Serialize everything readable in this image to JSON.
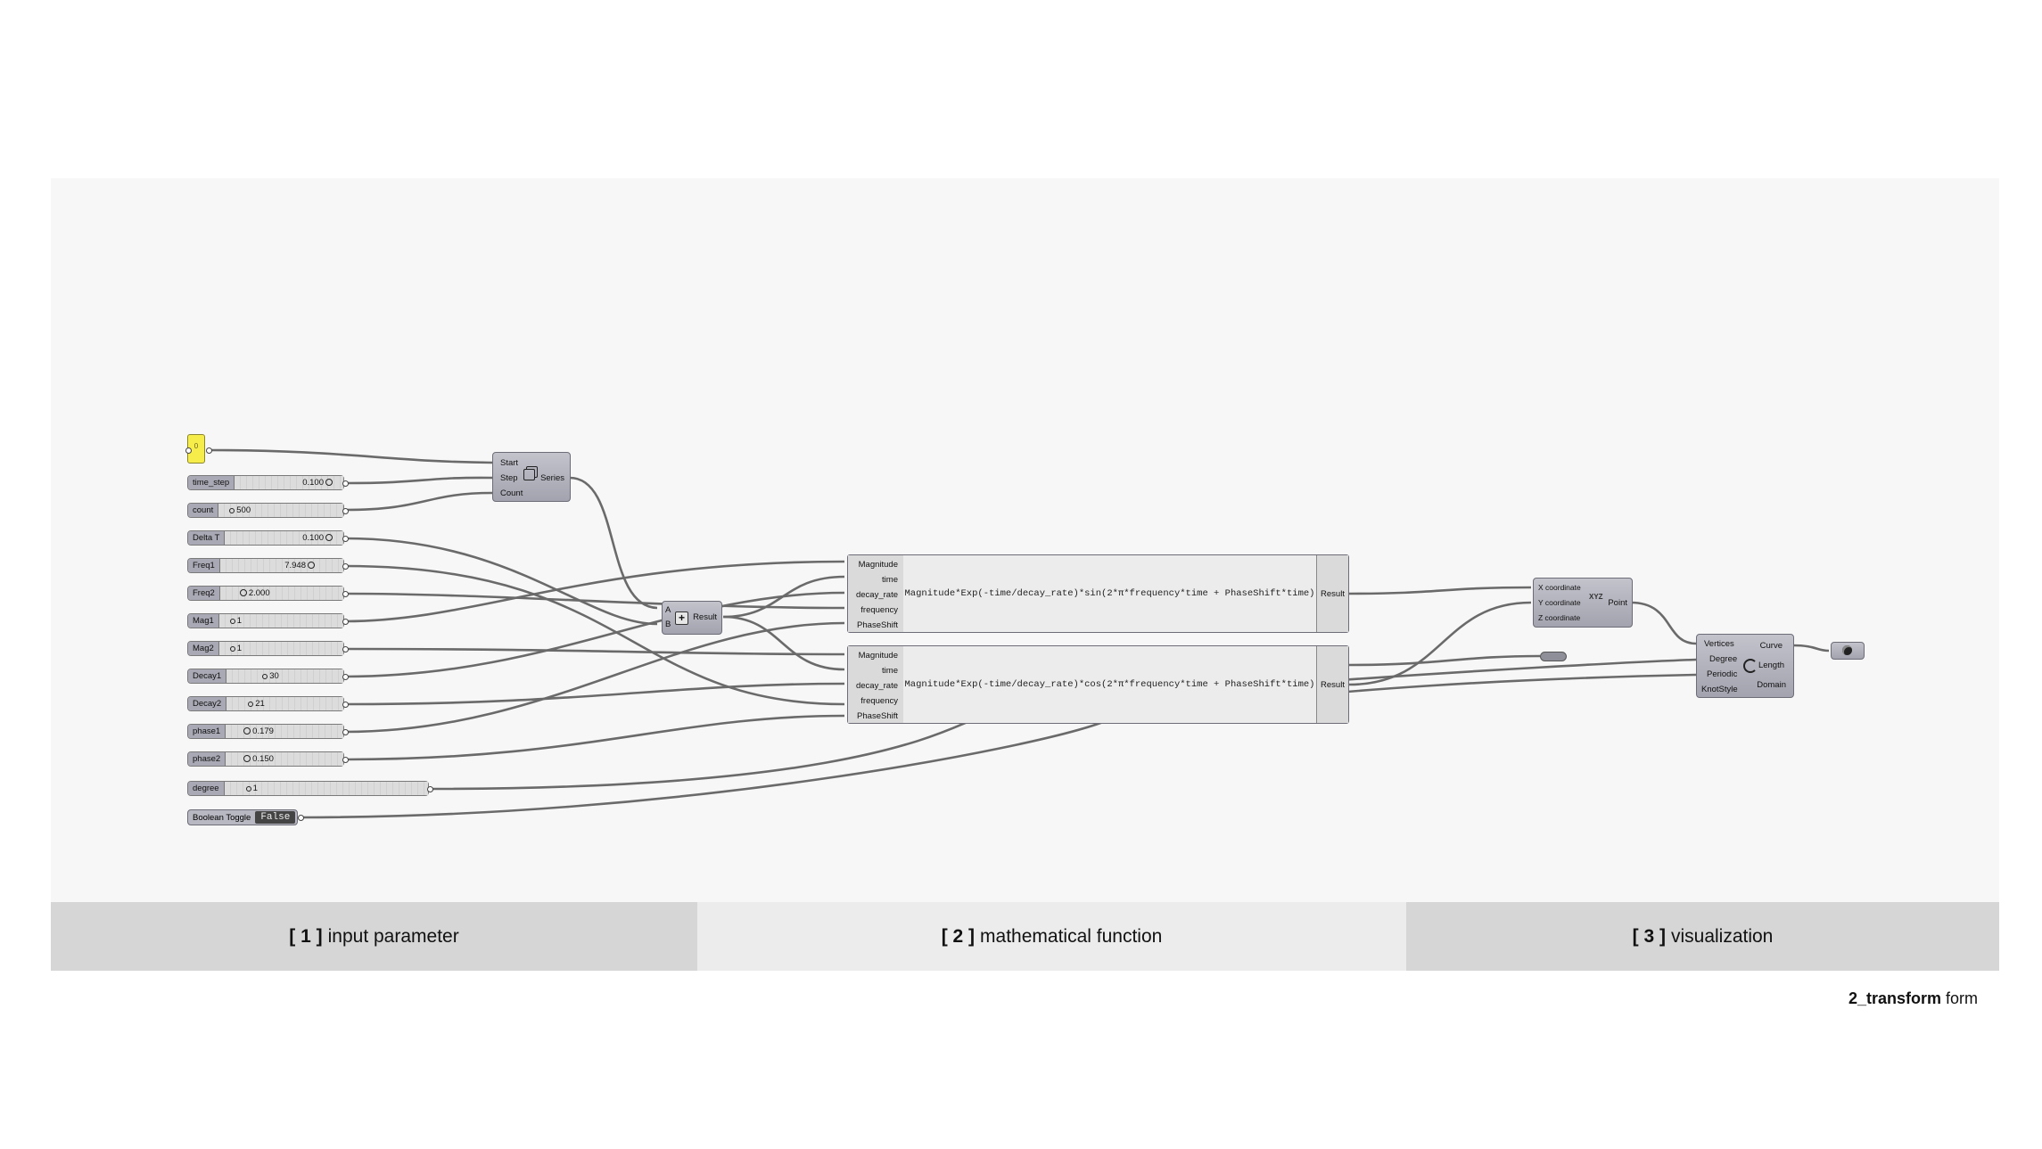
{
  "inputs": {
    "start_value": "0",
    "time_step": {
      "label": "time_step",
      "value": "0.100"
    },
    "count": {
      "label": "count",
      "value": "500"
    },
    "delta_t": {
      "label": "Delta T",
      "value": "0.100"
    },
    "freq1": {
      "label": "Freq1",
      "value": "7.948"
    },
    "freq2": {
      "label": "Freq2",
      "value": "2.000"
    },
    "mag1": {
      "label": "Mag1",
      "value": "1"
    },
    "mag2": {
      "label": "Mag2",
      "value": "1"
    },
    "decay1": {
      "label": "Decay1",
      "value": "30"
    },
    "decay2": {
      "label": "Decay2",
      "value": "21"
    },
    "phase1": {
      "label": "phase1",
      "value": "0.179"
    },
    "phase2": {
      "label": "phase2",
      "value": "0.150"
    },
    "degree": {
      "label": "degree",
      "value": "1"
    },
    "toggle": {
      "label": "Boolean Toggle",
      "value": "False"
    }
  },
  "series": {
    "inputs": [
      "Start",
      "Step",
      "Count"
    ],
    "output": "Series"
  },
  "addition": {
    "inputs": [
      "A",
      "B"
    ],
    "output": "Result",
    "symbol": "+"
  },
  "expr1": {
    "inputs": [
      "Magnitude",
      "time",
      "decay_rate",
      "frequency",
      "PhaseShift"
    ],
    "expression": "Magnitude*Exp(-time/decay_rate)*sin(2*π*frequency*time + PhaseShift*time)",
    "output": "Result"
  },
  "expr2": {
    "inputs": [
      "Magnitude",
      "time",
      "decay_rate",
      "frequency",
      "PhaseShift"
    ],
    "expression": "Magnitude*Exp(-time/decay_rate)*cos(2*π*frequency*time + PhaseShift*time)",
    "output": "Result"
  },
  "pointxyz": {
    "inputs": [
      "X coordinate",
      "Y coordinate",
      "Z coordinate"
    ],
    "icon": "XYZ",
    "output": "Point"
  },
  "nurbs": {
    "inputs": [
      "Vertices",
      "Degree",
      "Periodic",
      "KnotStyle"
    ],
    "outputs": [
      "Curve",
      "Length",
      "Domain"
    ]
  },
  "panels": [
    {
      "num": "[ 1 ]",
      "label": "input parameter"
    },
    {
      "num": "[ 2 ]",
      "label": "mathematical function"
    },
    {
      "num": "[ 3 ]",
      "label": "visualization"
    }
  ],
  "footer": {
    "bold": "2_transform",
    "rest": " form"
  },
  "colors": {
    "wire": "#6a6a6a",
    "canvas": "#f7f7f7",
    "component": "#b3b3bd",
    "panel_dark": "#d6d6d6",
    "panel_light": "#ececec"
  }
}
